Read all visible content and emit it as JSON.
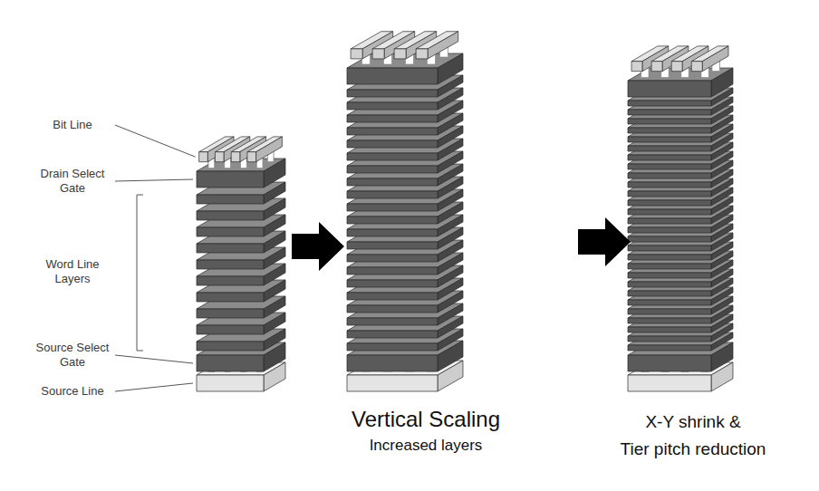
{
  "diagram": {
    "labels": [
      "Bit Line",
      "Drain Select Gate",
      "Word Line Layers",
      "Source Select Gate",
      "Source Line",
      "Vertical Scaling",
      "Increased layers",
      "X-Y shrink &",
      "Tier pitch reduction"
    ]
  }
}
